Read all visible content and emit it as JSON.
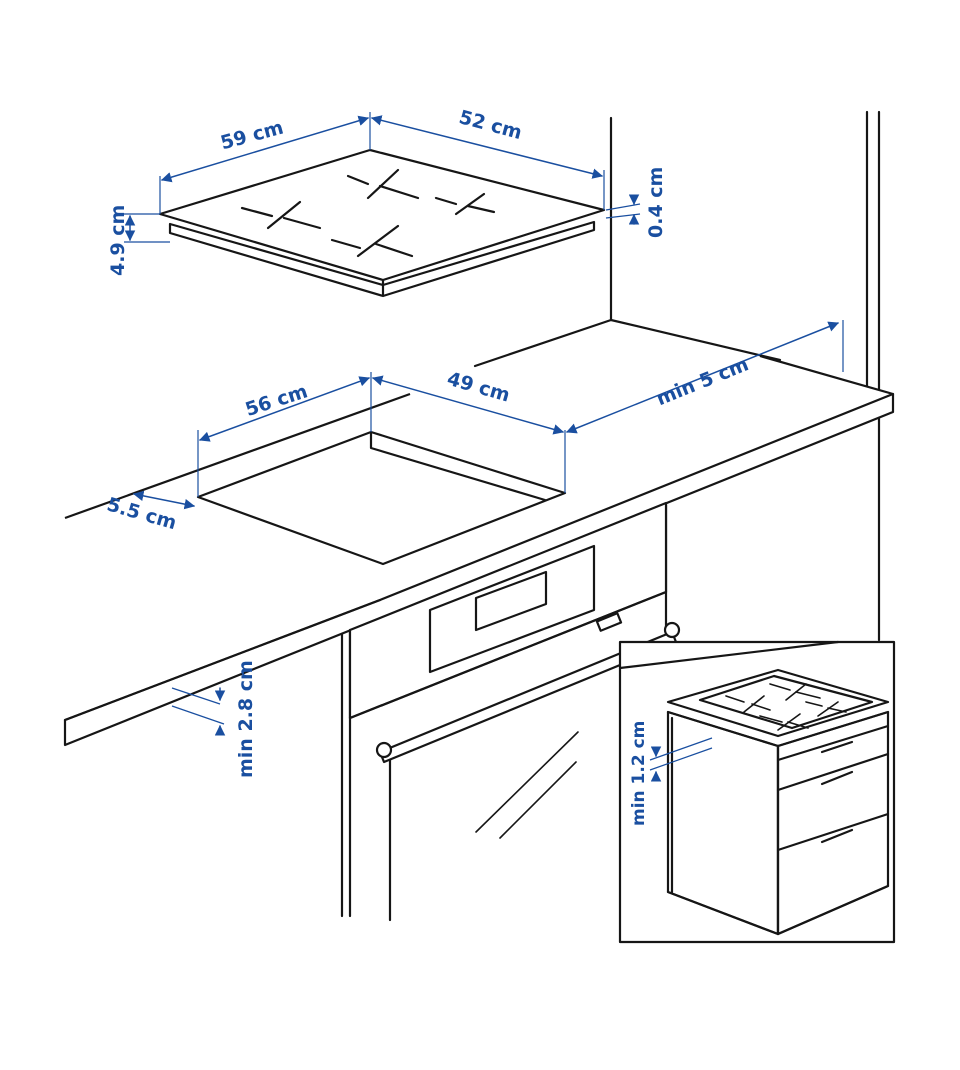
{
  "colors": {
    "ink": "#161616",
    "dimension": "#1a4fa0",
    "background": "#ffffff"
  },
  "cooktop": {
    "width": "59 cm",
    "depth": "52 cm",
    "height": "4.9 cm",
    "glass_thickness": "0.4 cm"
  },
  "cutout": {
    "width": "56 cm",
    "depth": "49 cm",
    "front_margin": "5.5 cm",
    "wall_clearance": "min 5 cm"
  },
  "oven_clearance": "min 2.8 cm",
  "inset": {
    "drawer_clearance": "min 1.2 cm"
  }
}
